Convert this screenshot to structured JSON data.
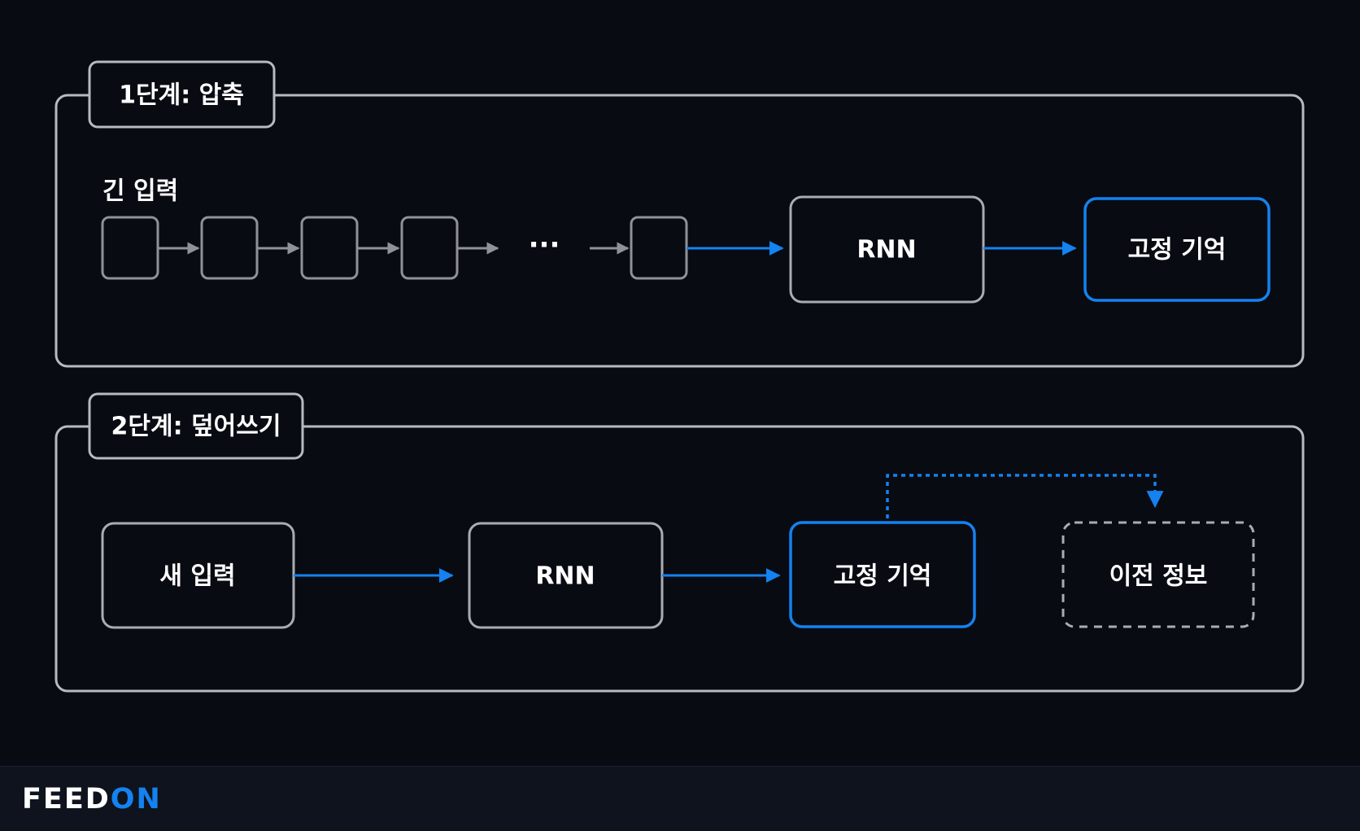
{
  "colors": {
    "background": "#080b12",
    "frame": "#b7bac0",
    "accent_blue": "#1482f0",
    "token_gray": "#8f9297",
    "footer_bg": "#0e131d"
  },
  "stage1": {
    "title": "1단계: 압축",
    "input_caption": "긴 입력",
    "ellipsis": "···",
    "rnn_label": "RNN",
    "memory_label": "고정 기억"
  },
  "stage2": {
    "title": "2단계: 덮어쓰기",
    "new_input_label": "새 입력",
    "rnn_label": "RNN",
    "memory_label": "고정 기억",
    "previous_label": "이전 정보"
  },
  "footer": {
    "brand_part1": "FEED",
    "brand_part2": "ON"
  }
}
